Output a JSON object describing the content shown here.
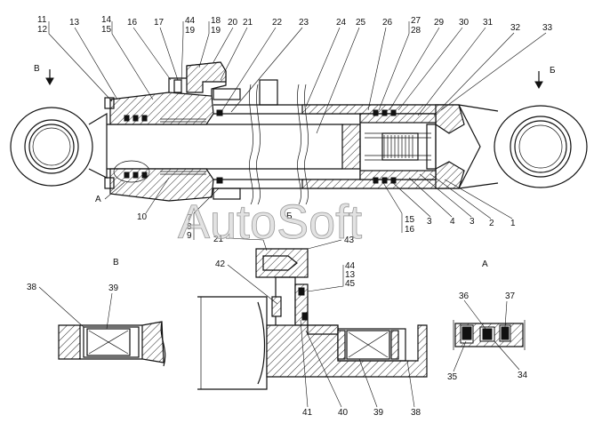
{
  "view_labels": {
    "section_v_top": "В",
    "section_b_top": "Б",
    "view_v": "В",
    "section_b": "Б",
    "view_a": "А",
    "ref_a": "А"
  },
  "watermark": "AutoSoft",
  "callouts_top": [
    "11",
    "12",
    "13",
    "14",
    "15",
    "16",
    "17",
    "44",
    "19",
    "18",
    "19",
    "20",
    "21",
    "22",
    "23",
    "24",
    "25",
    "26",
    "27",
    "28",
    "29",
    "30",
    "31",
    "32",
    "33"
  ],
  "callouts_bottom_main": [
    "10",
    "7",
    "8",
    "9",
    "Б",
    "15",
    "16",
    "3",
    "4",
    "3",
    "2",
    "1"
  ],
  "callouts_b_section": [
    "21",
    "43",
    "42",
    "44",
    "13",
    "45",
    "41",
    "40",
    "39",
    "38"
  ],
  "callouts_v_view": [
    "38",
    "39"
  ],
  "callouts_a_view": [
    "36",
    "37",
    "35",
    "34"
  ]
}
